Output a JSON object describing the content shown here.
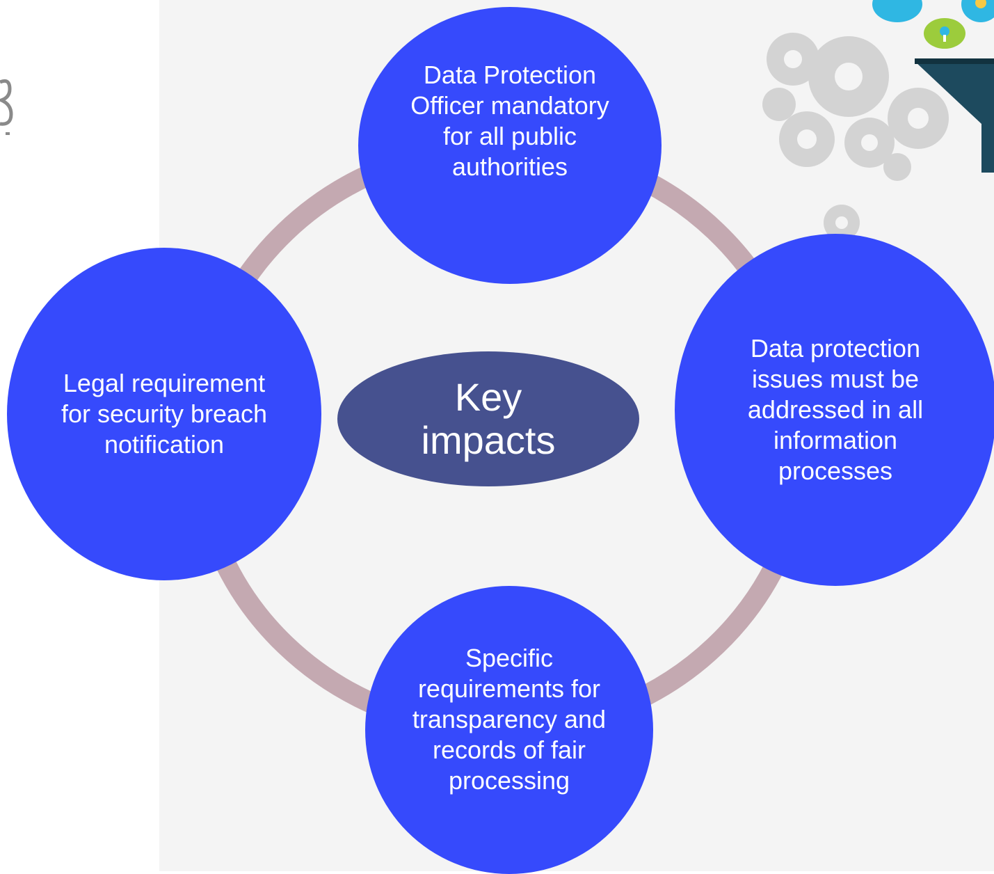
{
  "diagram": {
    "center": {
      "label": "Key impacts"
    },
    "nodes": {
      "top": {
        "label": "Data Protection Officer mandatory for all public authorities"
      },
      "right": {
        "label": "Data protection issues must be addressed in all information processes"
      },
      "bottom": {
        "label": "Specific requirements for transparency and records of fair processing"
      },
      "left": {
        "label": "Legal requirement for security breach notification"
      }
    }
  },
  "colors": {
    "node_fill": "#364afc",
    "hub_fill": "#46518f",
    "ring": "#c4a9b1",
    "panel_bg": "#f4f4f4",
    "text": "#ffffff"
  },
  "decorations": {
    "left_logo": "partial-logo-icon",
    "top_right": [
      "cloud-icon",
      "lightbulb-icon",
      "gears-icon",
      "funnel-icon"
    ]
  }
}
